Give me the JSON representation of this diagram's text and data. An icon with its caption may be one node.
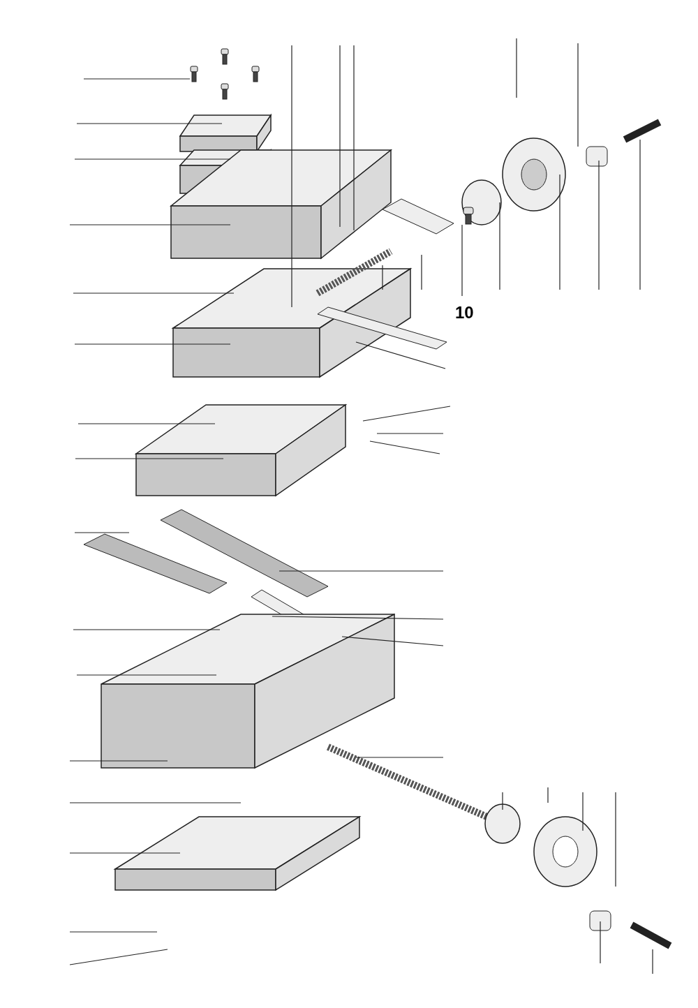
{
  "diagram": {
    "nodes": [
      {
        "text": [
          "10"
        ]
      },
      {
        "text": [],
        "shape": "picture"
      }
    ],
    "edges": [
      {
        "from": 0,
        "to": 1,
        "arrow": "none"
      }
    ]
  }
}
